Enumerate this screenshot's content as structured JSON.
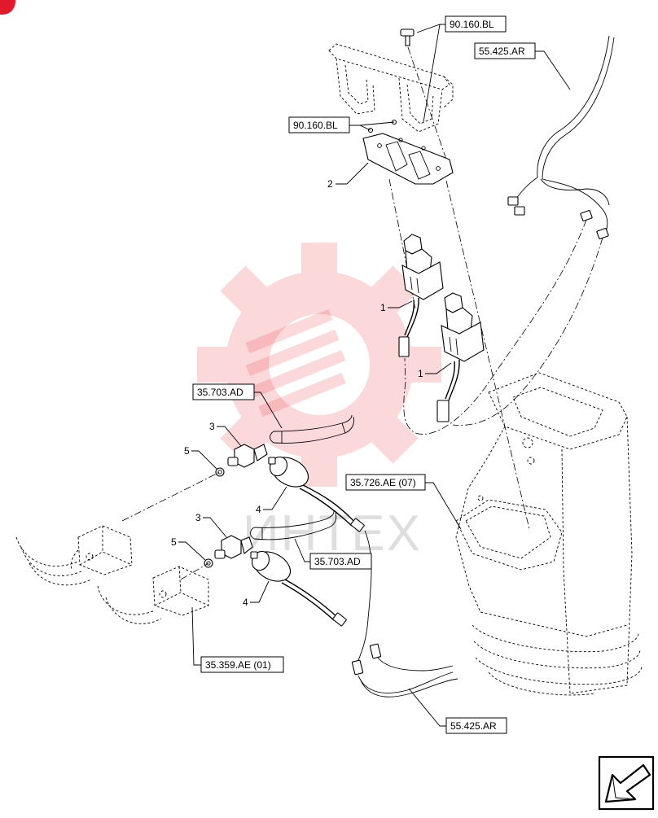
{
  "diagram": {
    "references": {
      "upper_bracket": "90.160.BL",
      "plate": "90.160.BL",
      "harness_top": "55.425.AR",
      "hose_upper": "35.703.AD",
      "console": "35.726.AE (07)",
      "hose_lower": "35.703.AD",
      "valve_block": "35.359.AE (01)",
      "harness_bottom": "55.425.AR"
    },
    "items": {
      "plate": "2",
      "switch_upper": "1",
      "switch_lower": "1",
      "fitting_upper": "3",
      "washer_upper": "5",
      "sensor_upper": "4",
      "fitting_lower": "3",
      "washer_lower": "5",
      "sensor_lower": "4"
    },
    "watermark_text": "ИНТЕХ",
    "nav_icon": "arrow-left-down-icon"
  },
  "colors": {
    "line": "#000000",
    "watermark": "#ec1c24"
  }
}
